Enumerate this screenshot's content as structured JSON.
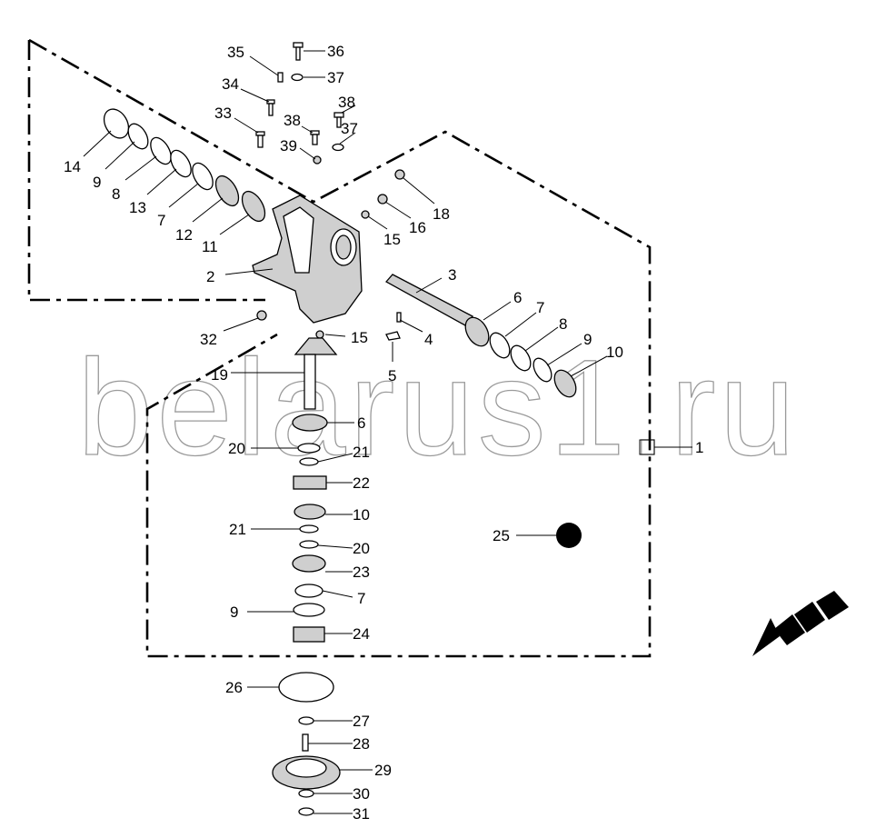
{
  "diagram": {
    "watermark": "belarus1.ru",
    "callouts": {
      "c35": "35",
      "c36": "36",
      "c37a": "37",
      "c34": "34",
      "c38a": "38",
      "c33": "33",
      "c38b": "38",
      "c37b": "37",
      "c39": "39",
      "c14": "14",
      "c9a": "9",
      "c8a": "8",
      "c13": "13",
      "c7a": "7",
      "c12": "12",
      "c11": "11",
      "c18": "18",
      "c16": "16",
      "c15a": "15",
      "c2": "2",
      "c3": "3",
      "c6a": "6",
      "c7b": "7",
      "c8b": "8",
      "c9b": "9",
      "c10a": "10",
      "c32": "32",
      "c15b": "15",
      "c4": "4",
      "c5": "5",
      "c19": "19",
      "c6b": "6",
      "c20a": "20",
      "c21a": "21",
      "c22": "22",
      "c10b": "10",
      "c21b": "21",
      "c20b": "20",
      "c23": "23",
      "c7c": "7",
      "c9c": "9",
      "c24": "24",
      "c25": "25",
      "c1": "1",
      "c26": "26",
      "c27": "27",
      "c28": "28",
      "c29": "29",
      "c30": "30",
      "c31": "31"
    },
    "colors": {
      "line": "#000000",
      "watermark": "#9a9a9a",
      "part_fill": "#cfcfcf"
    }
  }
}
